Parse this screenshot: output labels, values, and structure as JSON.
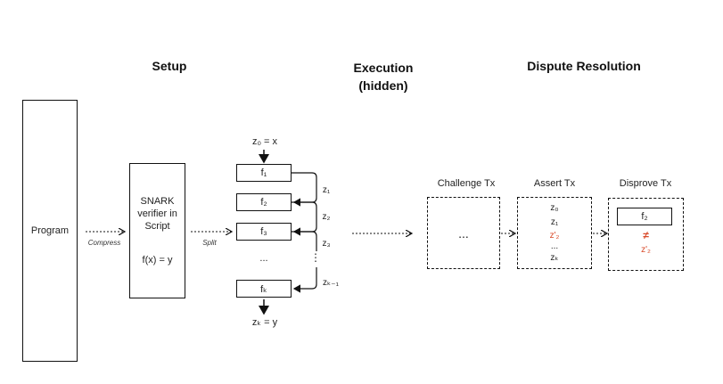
{
  "headings": {
    "setup": "Setup",
    "execution": "Execution\n(hidden)",
    "dispute": "Dispute Resolution"
  },
  "program": "Program",
  "compress": "Compress",
  "snark": {
    "line1": "SNARK",
    "line2": "verifier in",
    "line3": "Script",
    "line4": "f(x) = y"
  },
  "split": "Split",
  "chain": {
    "z0": "z₀ = x",
    "f1": "f₁",
    "f2": "f₂",
    "f3": "f₃",
    "dots": "...",
    "fk": "fₖ",
    "z1": "z₁",
    "z2": "z₂",
    "z3": "z₃",
    "zk1": "zₖ₋₁",
    "vdots": "⋮",
    "zk": "zₖ = y"
  },
  "challenge": {
    "title": "Challenge Tx",
    "content": "..."
  },
  "assert": {
    "title": "Assert Tx",
    "z0": "z₀",
    "z1": "z₁",
    "z2": "z'₂",
    "dots": "...",
    "zk": "zₖ"
  },
  "disprove": {
    "title": "Disprove Tx",
    "f2": "f₂",
    "neq": "≠",
    "z2": "z'₂"
  },
  "colors": {
    "stroke": "#111111",
    "highlight": "#d94a2a"
  }
}
